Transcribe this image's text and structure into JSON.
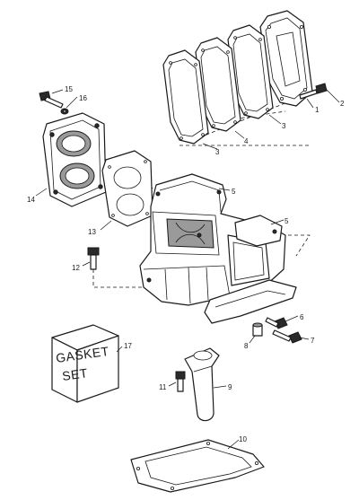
{
  "callouts": {
    "c1": "1",
    "c2": "2",
    "c3a": "3",
    "c3b": "3",
    "c4": "4",
    "c5a": "5",
    "c5b": "5",
    "c6": "6",
    "c7": "7",
    "c8": "8",
    "c9": "9",
    "c10": "10",
    "c11": "11",
    "c12": "12",
    "c13": "13",
    "c14": "14",
    "c15": "15",
    "c16": "16",
    "c17": "17"
  },
  "gasket_box": {
    "line1": "GASKET",
    "line2": "SET"
  }
}
